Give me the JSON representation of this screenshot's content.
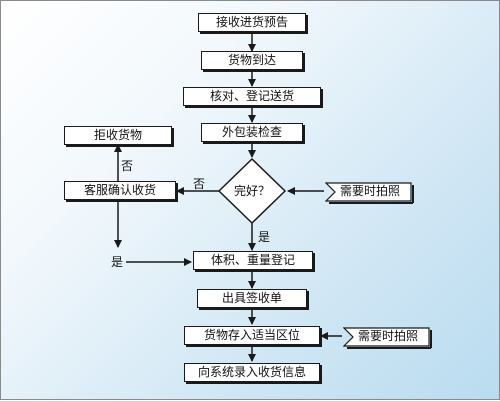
{
  "nodes": {
    "receive_notice": "接收进货预告",
    "goods_arrive": "货物到达",
    "check_register": "核对、登记送货",
    "outer_inspect": "外包装检查",
    "intact": "完好？",
    "reject": "拒收货物",
    "cs_confirm": "客服确认收货",
    "volume_weight": "体积、重量登记",
    "issue_receipt": "出具签收单",
    "store_goods": "货物存入适当区位",
    "system_entry": "向系统录入收货信息"
  },
  "side_notes": {
    "photo_1": "需要时拍照",
    "photo_2": "需要时拍照"
  },
  "edge_labels": {
    "no_to_cs": "否",
    "no_to_reject": "否",
    "yes_down": "是",
    "yes_left": "是"
  }
}
